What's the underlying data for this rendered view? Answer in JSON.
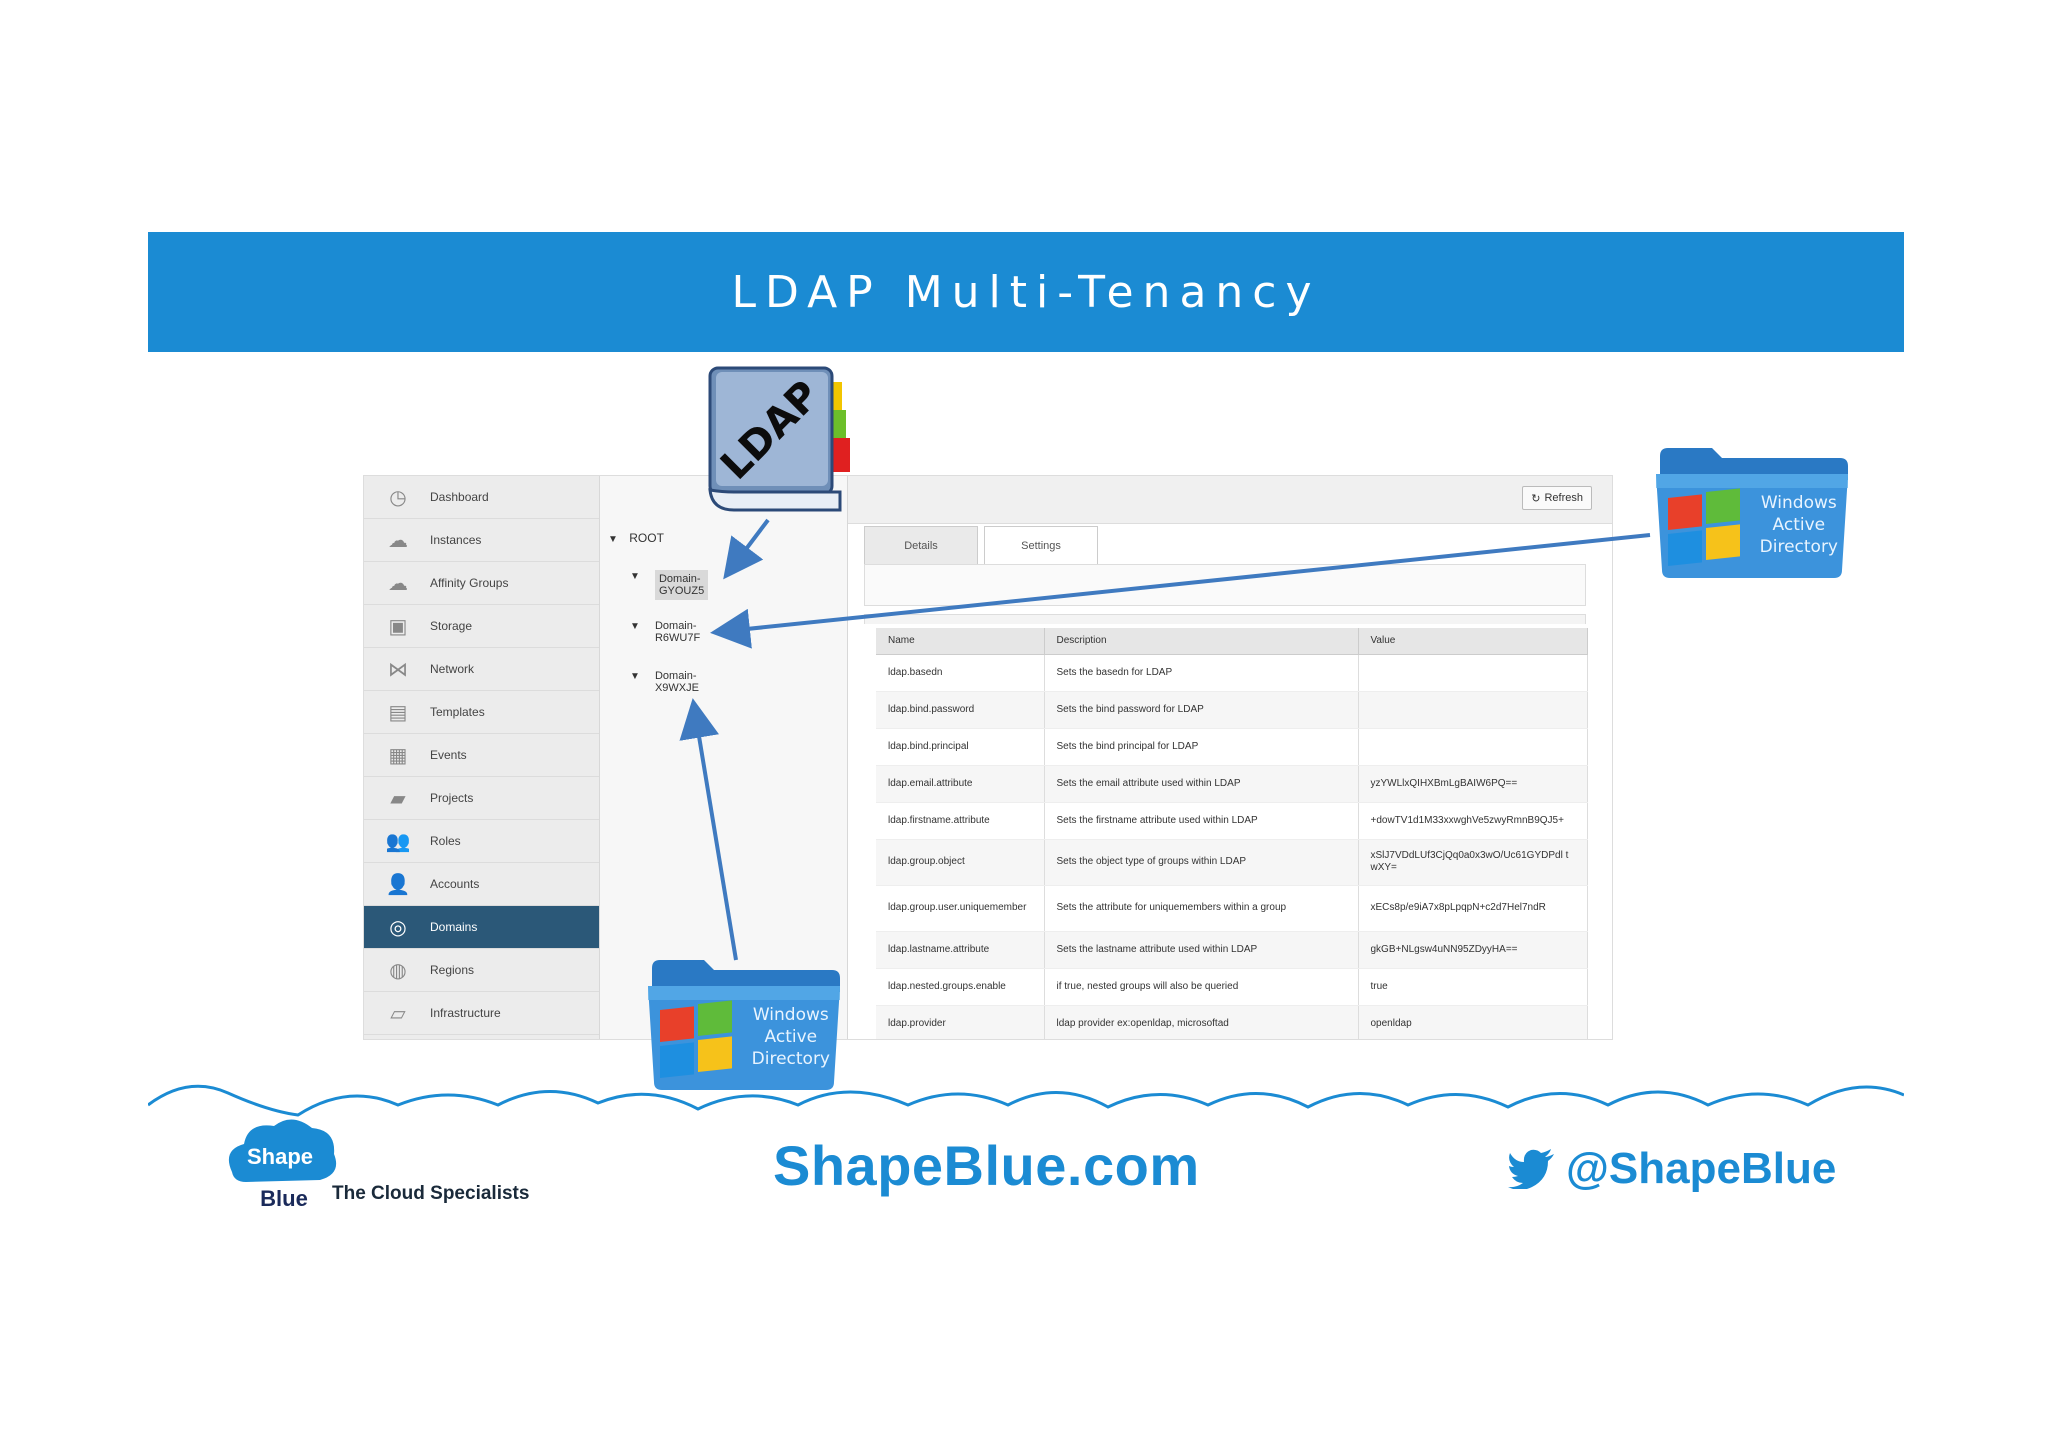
{
  "slide": {
    "title": "LDAP Multi-Tenancy"
  },
  "sidebar": {
    "items": [
      {
        "label": "Dashboard",
        "icon": "dashboard-icon",
        "glyph": "◷"
      },
      {
        "label": "Instances",
        "icon": "cloud-icon",
        "glyph": "☁"
      },
      {
        "label": "Affinity Groups",
        "icon": "affinity-cloud-icon",
        "glyph": "☁"
      },
      {
        "label": "Storage",
        "icon": "storage-icon",
        "glyph": "▣"
      },
      {
        "label": "Network",
        "icon": "network-icon",
        "glyph": "⋈"
      },
      {
        "label": "Templates",
        "icon": "templates-icon",
        "glyph": "▤"
      },
      {
        "label": "Events",
        "icon": "calendar-icon",
        "glyph": "▦"
      },
      {
        "label": "Projects",
        "icon": "folder-icon",
        "glyph": "▰"
      },
      {
        "label": "Roles",
        "icon": "users-icon",
        "glyph": "👥"
      },
      {
        "label": "Accounts",
        "icon": "user-icon",
        "glyph": "👤"
      },
      {
        "label": "Domains",
        "icon": "domains-icon",
        "glyph": "◎"
      },
      {
        "label": "Regions",
        "icon": "globe-icon",
        "glyph": "◍"
      },
      {
        "label": "Infrastructure",
        "icon": "infrastructure-icon",
        "glyph": "▱"
      }
    ],
    "active": "Domains"
  },
  "tree": {
    "root": "ROOT",
    "nodes": [
      {
        "line1": "Domain-",
        "line2": "GYOUZ5"
      },
      {
        "line1": "Domain-",
        "line2": "R6WU7F"
      },
      {
        "line1": "Domain-",
        "line2": "X9WXJE"
      }
    ]
  },
  "content": {
    "refresh_label": "Refresh",
    "tabs": [
      "Details",
      "Settings"
    ],
    "active_tab": "Settings",
    "columns": [
      "Name",
      "Description",
      "Value"
    ],
    "rows": [
      {
        "name": "ldap.basedn",
        "desc": "Sets the basedn for LDAP",
        "value": ""
      },
      {
        "name": "ldap.bind.password",
        "desc": "Sets the bind password for LDAP",
        "value": ""
      },
      {
        "name": "ldap.bind.principal",
        "desc": "Sets the bind principal for LDAP",
        "value": ""
      },
      {
        "name": "ldap.email.attribute",
        "desc": "Sets the email attribute used within LDAP",
        "value": "yzYWLlxQIHXBmLgBAIW6PQ=="
      },
      {
        "name": "ldap.firstname.attribute",
        "desc": "Sets the firstname attribute used within LDAP",
        "value": "+dowTV1d1M33xxwghVe5zwyRmnB9QJ5+"
      },
      {
        "name": "ldap.group.object",
        "desc": "Sets the object type of groups within LDAP",
        "value": "xSlJ7VDdLUf3CjQq0a0x3wO/Uc61GYDPdl twXY="
      },
      {
        "name": "ldap.group.user.uniquemember",
        "desc": "Sets the attribute for uniquemembers within a group",
        "value": "xECs8p/e9iA7x8pLpqpN+c2d7Hel7ndR"
      },
      {
        "name": "ldap.lastname.attribute",
        "desc": "Sets the lastname attribute used within LDAP",
        "value": "gkGB+NLgsw4uNN95ZDyyHA=="
      },
      {
        "name": "ldap.nested.groups.enable",
        "desc": "if true, nested groups will also be queried",
        "value": "true"
      },
      {
        "name": "ldap.provider",
        "desc": "ldap provider ex:openldap, microsoftad",
        "value": "openldap"
      }
    ]
  },
  "overlays": {
    "ldap_book_text": "LDAP",
    "folder_right": [
      "Windows",
      "Active",
      "Directory"
    ],
    "folder_bottom": [
      "Windows",
      "Active",
      "Directory"
    ]
  },
  "footer": {
    "logo_top": "Shape",
    "logo_bottom": "Blue",
    "tagline": "The Cloud Specialists",
    "website": "ShapeBlue.com",
    "twitter": "@ShapeBlue"
  },
  "colors": {
    "brand_blue": "#1b8bd3",
    "sidebar_active": "#2b5878"
  }
}
